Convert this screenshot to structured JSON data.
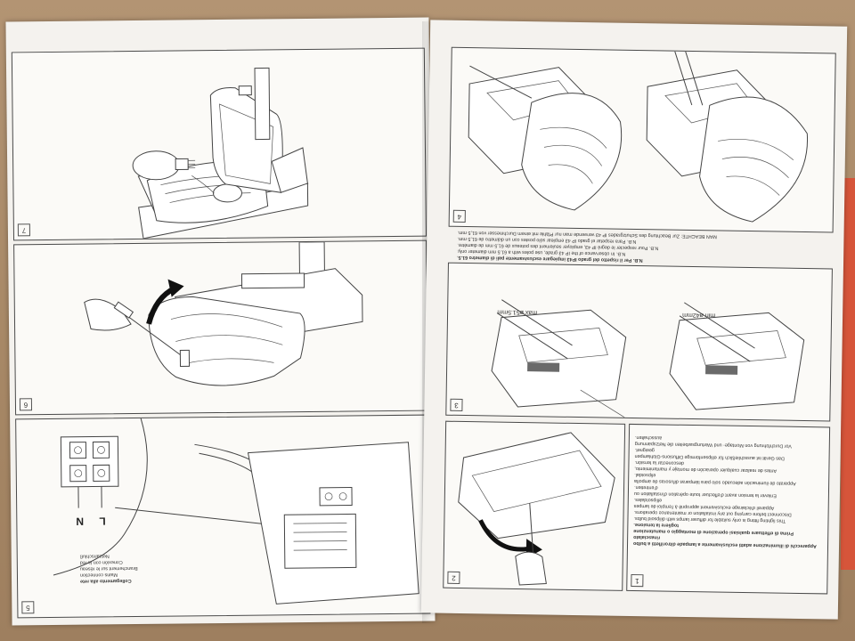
{
  "steps": {
    "s1": "1",
    "s2": "2",
    "s3": "3",
    "s4": "4",
    "s5": "5",
    "s6": "6",
    "s7": "7"
  },
  "panel1": {
    "heading": "Apparecchi di illuminazione adatti esclusivamente a lampade ditrorifletti a bulbo rinascialato",
    "lines": [
      "Prima di effettuare qualsiasi operazione di montaggio o manutenzione",
      "togliere la tensione.",
      "This lighting fitting is only suitable for diffuser lamps with dilipsoid bulbs.",
      "Disconnect before carrying out any installation or maintenance operations.",
      "Appareil d'éclairage exclusivement approprié à l'emploi de lampes",
      "ellipsoïdales.",
      "Enlever la tension avant d'effectuer toute opération d'installation ou",
      "d'entretien.",
      "Apparato de iluminación adecuado solo para lámparas difusoras de ampolla",
      "elipsoidal.",
      "Antes de realizar cualquier operación de montaje y mantenimiento,",
      "desconectar la tensión.",
      "Das Gerät ist ausschließlich für ellipsenförmige Diffusions-Glühlampen",
      "geeignet.",
      "Vor Durchführung von Montage- und Wartungsarbeiten die Netzspannung",
      "ausschalten."
    ]
  },
  "panel3": {
    "dim1": "max ø51.5mm",
    "dim2": "min ø42mm"
  },
  "panel4": {
    "note_lines": [
      "N.B. Per il rispetto del grado IP43 impiegare esclusivamente pali di diametro 61.5.",
      "N.B. In observance of the IP 43 grade, use poles with a 61.5 mm diameter only.",
      "N.B. Pour respecter le degré IP 43, employer seulement des poteaux de 61,5 mm de diamètre.",
      "N.B. Para respetar el grado IP 43 emplear sólo postes con un diámetro de 61,5 mm.",
      "MAN BEACHTE: Zur Beachtung des Schutzgrades IP 43 verwende man nur Pfähle mit einem Durchmesser von 61,5 mm."
    ]
  },
  "panel5": {
    "lines": [
      "Collegamento alla rete",
      "Mains connection",
      "Branchement sur le réseau",
      "Conexión con la red",
      "Netzanschluß"
    ],
    "terminal_l": "L",
    "terminal_n": "N"
  },
  "colors": {
    "paper": "#f4f2ee",
    "cardboard": "#a78866",
    "ink": "#444444",
    "accent": "#d6553a"
  }
}
